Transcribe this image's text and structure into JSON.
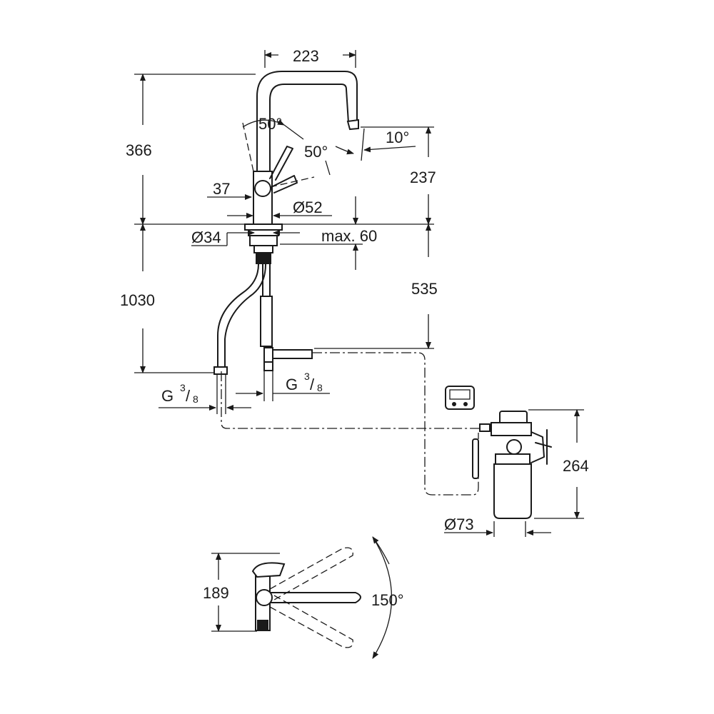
{
  "dimensions": {
    "spout_reach": "223",
    "total_height": "366",
    "handle_angle_top": "50°",
    "handle_angle_side": "50°",
    "spout_tilt": "10°",
    "spout_height": "237",
    "handle_offset": "37",
    "body_diameter": "Ø52",
    "shank_diameter": "Ø34",
    "max_thickness": "max. 60",
    "hose_length": "1030",
    "under_sink_height": "535",
    "connection_left": {
      "base": "G",
      "num": "3",
      "den": "8"
    },
    "connection_right": {
      "base": "G",
      "num": "3",
      "den": "8"
    },
    "filter_height": "264",
    "filter_diameter": "Ø73",
    "top_view_depth": "189",
    "swivel_angle": "150°"
  },
  "icons": {
    "display": "filter-display-icon"
  }
}
